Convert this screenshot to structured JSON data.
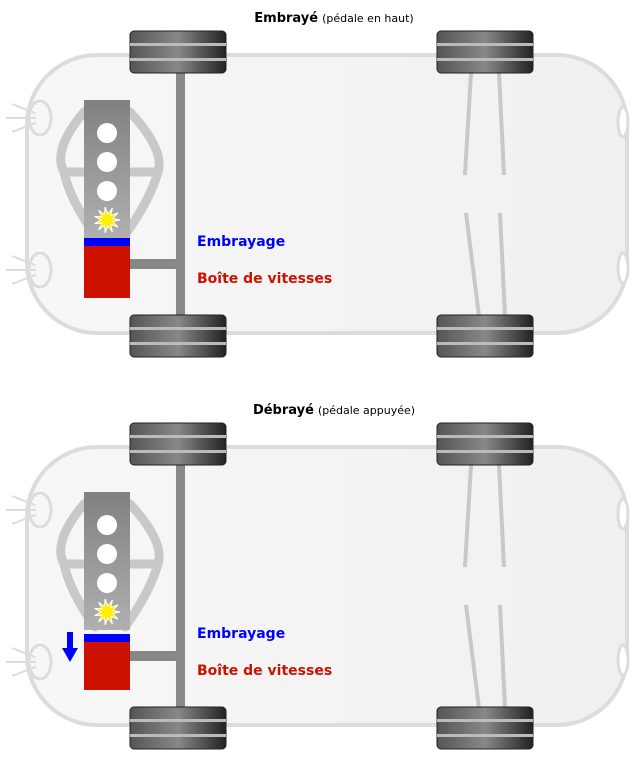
{
  "panels": [
    {
      "title": "Embrayé",
      "subtitle": "(pédale en haut)",
      "clutch_label": "Embrayage",
      "gearbox_label": "Boîte de vitesses",
      "state": "engaged"
    },
    {
      "title": "Débrayé",
      "subtitle": "(pédale appuyée)",
      "clutch_label": "Embrayage",
      "gearbox_label": "Boîte de vitesses",
      "state": "disengaged"
    }
  ],
  "colors": {
    "clutch": "#0000ff",
    "gearbox": "#cc1100",
    "spark": "#ffee00"
  }
}
